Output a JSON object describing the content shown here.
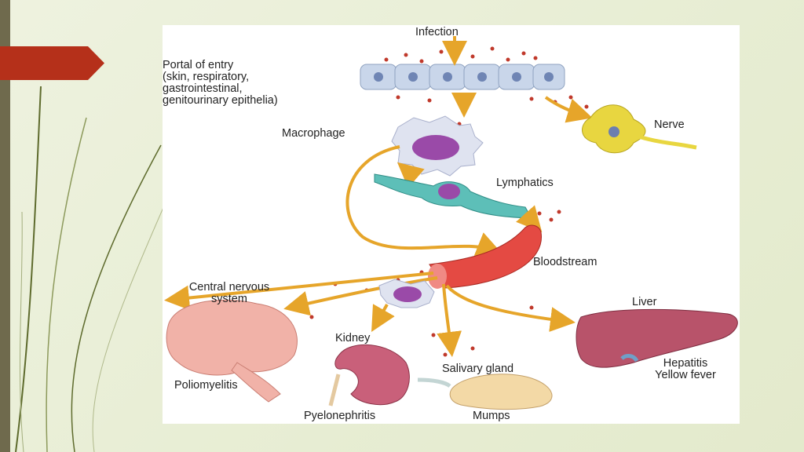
{
  "slide": {
    "accent_color": "#b5301a",
    "left_bar_color": "#6f6a4d",
    "background_color": "#e9eed8"
  },
  "diagram": {
    "labels": {
      "infection": "Infection",
      "portal_of_entry": "Portal of entry\n(skin, respiratory,\ngastrointestinal,\ngenitourinary epithelia)",
      "macrophage": "Macrophage",
      "nerve": "Nerve",
      "lymphatics": "Lymphatics",
      "bloodstream": "Bloodstream",
      "cns": "Central nervous\nsystem",
      "liver": "Liver",
      "kidney": "Kidney",
      "salivary_gland": "Salivary gland",
      "hepatitis_yellow_fever": "Hepatitis\nYellow fever",
      "poliomyelitis": "Poliomyelitis",
      "pyelonephritis": "Pyelonephritis",
      "mumps": "Mumps"
    },
    "colors": {
      "arrow": "#e6a52a",
      "virus_dot": "#c0392b",
      "epithelium": "#c9d6ea",
      "vessel": "#e44a43",
      "lymph": "#5dbfb8",
      "macrophage": "#9a4aa8",
      "nerve": "#e8d640",
      "brain": "#f1b2a8",
      "kidney": "#c9607a",
      "liver": "#b8536a",
      "gland": "#f3d9a6"
    }
  }
}
